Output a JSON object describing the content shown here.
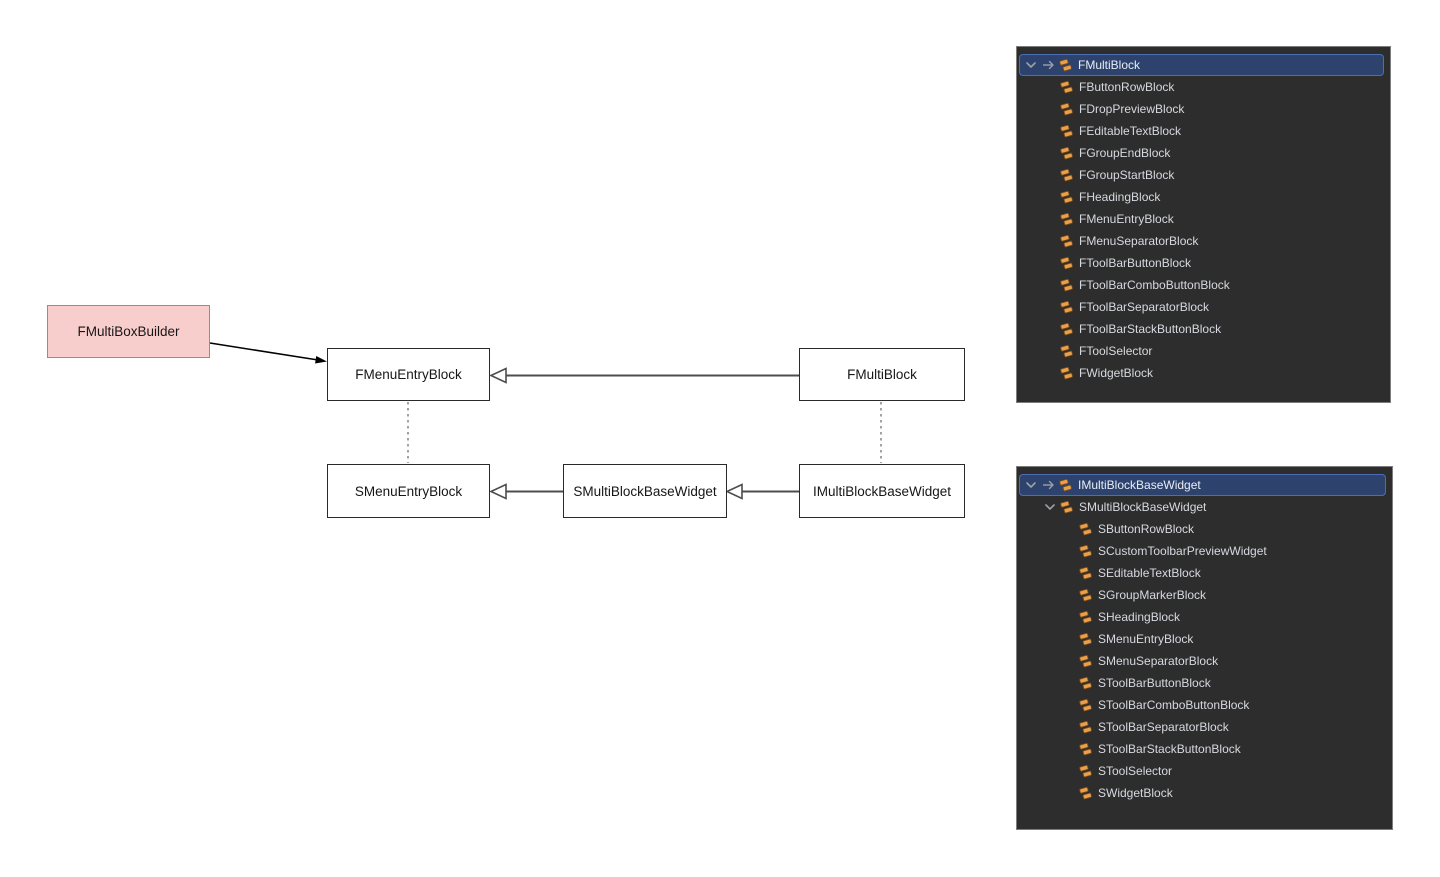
{
  "diagram": {
    "nodes": [
      {
        "id": "fmultiboxbuilder",
        "label": "FMultiBoxBuilder",
        "style": "pink"
      },
      {
        "id": "fmenuentryblock",
        "label": "FMenuEntryBlock",
        "style": "white"
      },
      {
        "id": "fmultiblock",
        "label": "FMultiBlock",
        "style": "white"
      },
      {
        "id": "smenuentryblock",
        "label": "SMenuEntryBlock",
        "style": "white"
      },
      {
        "id": "smultiblockbasewidget",
        "label": "SMultiBlockBaseWidget",
        "style": "white"
      },
      {
        "id": "imultiblockbasewidget",
        "label": "IMultiBlockBaseWidget",
        "style": "white"
      }
    ],
    "edges": [
      {
        "from": "FMultiBoxBuilder",
        "to": "FMenuEntryBlock",
        "type": "solid-arrow"
      },
      {
        "from": "FMultiBlock",
        "to": "FMenuEntryBlock",
        "type": "inheritance-hollow-triangle"
      },
      {
        "from": "SMultiBlockBaseWidget",
        "to": "SMenuEntryBlock",
        "type": "inheritance-hollow-triangle"
      },
      {
        "from": "IMultiBlockBaseWidget",
        "to": "SMultiBlockBaseWidget",
        "type": "inheritance-hollow-triangle"
      },
      {
        "from": "FMenuEntryBlock",
        "to": "SMenuEntryBlock",
        "type": "dashed"
      },
      {
        "from": "FMultiBlock",
        "to": "IMultiBlockBaseWidget",
        "type": "dashed"
      }
    ]
  },
  "panels": [
    {
      "name": "fmultiblock-type-hierarchy",
      "items": [
        {
          "label": "FMultiBlock",
          "level": 0,
          "chevron": true,
          "arrow": true,
          "selected": true
        },
        {
          "label": "FButtonRowBlock",
          "level": 1,
          "chevron": false,
          "arrow": false,
          "selected": false
        },
        {
          "label": "FDropPreviewBlock",
          "level": 1,
          "chevron": false,
          "arrow": false,
          "selected": false
        },
        {
          "label": "FEditableTextBlock",
          "level": 1,
          "chevron": false,
          "arrow": false,
          "selected": false
        },
        {
          "label": "FGroupEndBlock",
          "level": 1,
          "chevron": false,
          "arrow": false,
          "selected": false
        },
        {
          "label": "FGroupStartBlock",
          "level": 1,
          "chevron": false,
          "arrow": false,
          "selected": false
        },
        {
          "label": "FHeadingBlock",
          "level": 1,
          "chevron": false,
          "arrow": false,
          "selected": false
        },
        {
          "label": "FMenuEntryBlock",
          "level": 1,
          "chevron": false,
          "arrow": false,
          "selected": false
        },
        {
          "label": "FMenuSeparatorBlock",
          "level": 1,
          "chevron": false,
          "arrow": false,
          "selected": false
        },
        {
          "label": "FToolBarButtonBlock",
          "level": 1,
          "chevron": false,
          "arrow": false,
          "selected": false
        },
        {
          "label": "FToolBarComboButtonBlock",
          "level": 1,
          "chevron": false,
          "arrow": false,
          "selected": false
        },
        {
          "label": "FToolBarSeparatorBlock",
          "level": 1,
          "chevron": false,
          "arrow": false,
          "selected": false
        },
        {
          "label": "FToolBarStackButtonBlock",
          "level": 1,
          "chevron": false,
          "arrow": false,
          "selected": false
        },
        {
          "label": "FToolSelector",
          "level": 1,
          "chevron": false,
          "arrow": false,
          "selected": false
        },
        {
          "label": "FWidgetBlock",
          "level": 1,
          "chevron": false,
          "arrow": false,
          "selected": false
        }
      ]
    },
    {
      "name": "imultiblockbasewidget-type-hierarchy",
      "items": [
        {
          "label": "IMultiBlockBaseWidget",
          "level": 0,
          "chevron": true,
          "arrow": true,
          "selected": true
        },
        {
          "label": "SMultiBlockBaseWidget",
          "level": 1,
          "chevron": true,
          "arrow": false,
          "selected": false
        },
        {
          "label": "SButtonRowBlock",
          "level": 2,
          "chevron": false,
          "arrow": false,
          "selected": false
        },
        {
          "label": "SCustomToolbarPreviewWidget",
          "level": 2,
          "chevron": false,
          "arrow": false,
          "selected": false
        },
        {
          "label": "SEditableTextBlock",
          "level": 2,
          "chevron": false,
          "arrow": false,
          "selected": false
        },
        {
          "label": "SGroupMarkerBlock",
          "level": 2,
          "chevron": false,
          "arrow": false,
          "selected": false
        },
        {
          "label": "SHeadingBlock",
          "level": 2,
          "chevron": false,
          "arrow": false,
          "selected": false
        },
        {
          "label": "SMenuEntryBlock",
          "level": 2,
          "chevron": false,
          "arrow": false,
          "selected": false
        },
        {
          "label": "SMenuSeparatorBlock",
          "level": 2,
          "chevron": false,
          "arrow": false,
          "selected": false
        },
        {
          "label": "SToolBarButtonBlock",
          "level": 2,
          "chevron": false,
          "arrow": false,
          "selected": false
        },
        {
          "label": "SToolBarComboButtonBlock",
          "level": 2,
          "chevron": false,
          "arrow": false,
          "selected": false
        },
        {
          "label": "SToolBarSeparatorBlock",
          "level": 2,
          "chevron": false,
          "arrow": false,
          "selected": false
        },
        {
          "label": "SToolBarStackButtonBlock",
          "level": 2,
          "chevron": false,
          "arrow": false,
          "selected": false
        },
        {
          "label": "SToolSelector",
          "level": 2,
          "chevron": false,
          "arrow": false,
          "selected": false
        },
        {
          "label": "SWidgetBlock",
          "level": 2,
          "chevron": false,
          "arrow": false,
          "selected": false
        }
      ]
    }
  ],
  "icons": {
    "chevron_down": "expanded-node toggle",
    "navigate_arrow": "navigate-to-base arrow",
    "class_icon": "unreal-cpp-class symbol"
  },
  "colors": {
    "panel_background": "#2d2d2d",
    "panel_text": "#d6d9df",
    "selection_background": "#2d436e",
    "selection_border": "#4a6db4",
    "class_icon_orange": "#e8a04e",
    "node_pink_fill": "#f8cecc",
    "node_pink_border": "#b97d7a",
    "connector_gray": "#4d4d4d"
  }
}
